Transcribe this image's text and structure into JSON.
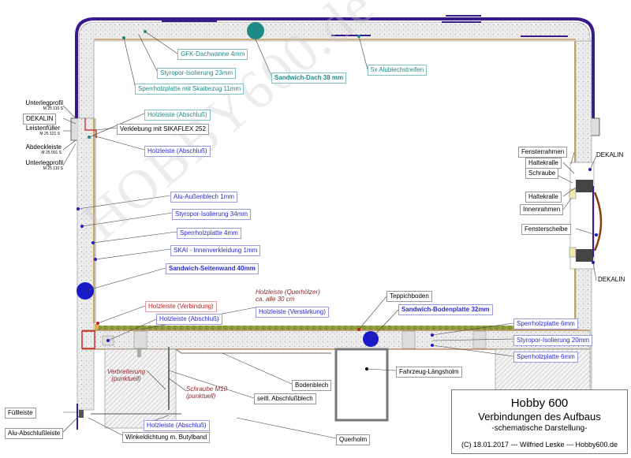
{
  "roof": {
    "gfk": "GFK-Dachwanne 4mm",
    "styropor": "Styropor-Isolierung 23mm",
    "sperrholz": "Sperrholzplatte mit Skaibezug 11mm",
    "sandwich": "Sandwich-Dach 38 mm",
    "alublech": "5x Alublechstreifen"
  },
  "left_profile": {
    "unterlegprofil_top": "Unterlegprofil",
    "unterlegprofil_top_code": "M 25 110 S",
    "dekalin": "DEKALIN",
    "leistenfueller": "Leistenfüller",
    "leistenfueller_code": "M 25 121 S",
    "abdeckleiste": "Abdeckleiste",
    "abdeckleiste_code": "M 25 001 S",
    "unterlegprofil_bottom": "Unterlegprofil",
    "unterlegprofil_bottom_code": "M 25 110 S"
  },
  "wall": {
    "holzleiste_abschluss_teal": "Holzleiste (Abschluß)",
    "verklebung": "Verklebung mit SIKAFLEX 252",
    "holzleiste_abschluss_blue": "Holzleiste (Abschluß)",
    "alu": "Alu-Außenblech 1mm",
    "styropor": "Styropor-Isolierung 34mm",
    "sperrholz": "Sperrholzplatte 4mm",
    "skai": "SKAI - Innenverkleidung 1mm",
    "sandwich": "Sandwich-Seitenwand 40mm"
  },
  "floor": {
    "holzleiste_verbindung": "Holzleiste (Verbindung)",
    "holzleiste_querhoelzer": "Holzleiste (Querhölzer)",
    "querhoelzer_abstand": "ca. alle 30 cm",
    "teppichboden": "Teppichboden",
    "holzleiste_abschluss": "Holzleiste (Abschluß)",
    "holzleiste_verstaerkung": "Holzleiste (Verstärkung)",
    "sandwich_boden": "Sandwich-Bodenplatte 32mm",
    "sperrholz_top": "Sperrholzplatte 6mm",
    "styropor": "Styropor-Isolierung 20mm",
    "sperrholz_bottom": "Sperrholzplatte 6mm",
    "fahrzeug": "Fahrzeug-Längsholm",
    "verbreiterung": "Verbreiterung",
    "verbreiterung_note": "(punktuell)",
    "schraube": "Schraube M10",
    "schraube_note": "(punktuell)",
    "bodenblech": "Bodenblech",
    "abschlussblech": "seitl. Abschlußblech",
    "fuellleiste": "Füllleiste",
    "alu_abschluss": "Alu-Abschlußleiste",
    "holzleiste_abschluss_bottom": "Holzleiste (Abschluß)",
    "winkeldichtung": "Winkeldichtung m. Butylband",
    "querholm": "Querholm"
  },
  "window": {
    "fensterrahmen": "Fensterrahmen",
    "haltekralle_top": "Haltekralle",
    "schraube": "Schraube",
    "dekalin_top": "DEKALIN",
    "haltekralle_bottom": "Haltekralle",
    "innenrahmen": "Innenrahmen",
    "fensterscheibe": "Fensterscheibe",
    "dekalin_bottom": "DEKALIN"
  },
  "title": {
    "line1": "Hobby 600",
    "line2": "Verbindungen des Aufbaus",
    "line3": "-schematische Darstellung-",
    "line4": "(C) 18.01.2017 --- Wilfried Leske --- Hobby600.de"
  },
  "watermark": "HOBBY600.de",
  "colors": {
    "roof_purple": "#3a1a8a",
    "foam": "#e8e8e8",
    "teal": "#1e8a86",
    "blue": "#1a1ac8",
    "red": "#c82020",
    "floor_green": "#6a8a2a"
  }
}
